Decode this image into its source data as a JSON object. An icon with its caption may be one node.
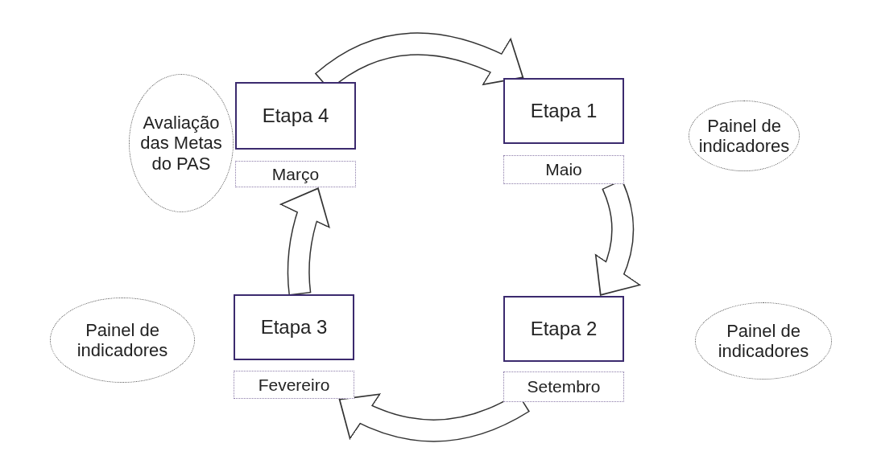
{
  "diagram": {
    "nodes": [
      {
        "text": [
          "Avaliação das Metas do PAS"
        ]
      },
      {
        "text": [
          "Etapa 4"
        ]
      },
      {
        "text": [
          "Março"
        ]
      },
      {
        "text": [
          "Etapa 1"
        ]
      },
      {
        "text": [
          "Maio"
        ]
      },
      {
        "text": [
          "Painel de indicadores"
        ]
      },
      {
        "text": [
          "Painel de indicadores"
        ]
      },
      {
        "text": [
          "Etapa 3"
        ]
      },
      {
        "text": [
          "Fevereiro"
        ]
      },
      {
        "text": [
          "Etapa 2"
        ]
      },
      {
        "text": [
          "Setembro"
        ]
      },
      {
        "text": [
          "Painel de indicadores"
        ]
      }
    ],
    "edges": [
      {
        "from": 1,
        "to": 3,
        "arrow": "to"
      },
      {
        "from": 4,
        "to": 9,
        "arrow": "to"
      },
      {
        "from": 10,
        "to": 8,
        "arrow": "to"
      },
      {
        "from": 7,
        "to": 2,
        "arrow": "to"
      }
    ]
  }
}
